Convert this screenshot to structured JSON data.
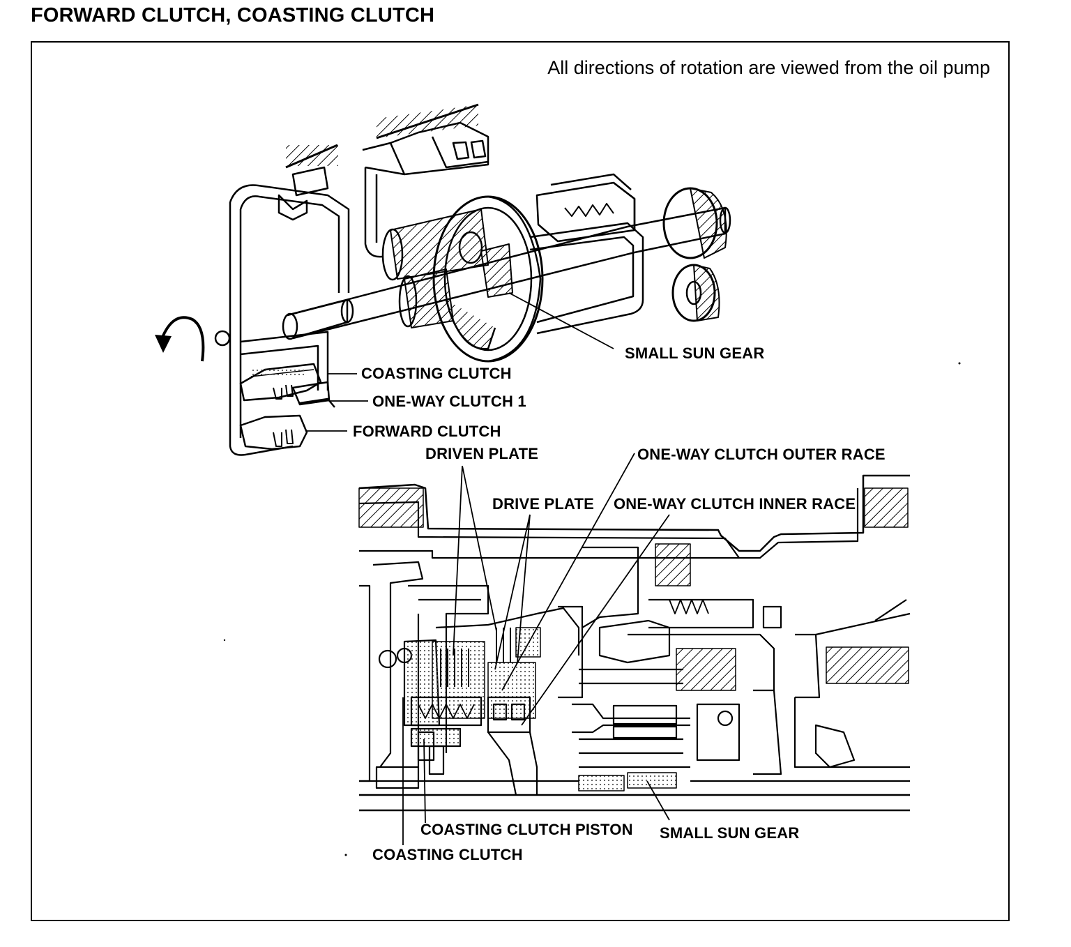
{
  "title": "FORWARD CLUTCH, COASTING CLUTCH",
  "note": "All directions of rotation are viewed from the oil pump",
  "top_diagram": {
    "labels": {
      "small_sun_gear": "SMALL SUN GEAR",
      "coasting_clutch": "COASTING CLUTCH",
      "one_way_clutch_1": "ONE-WAY CLUTCH 1",
      "forward_clutch": "FORWARD CLUTCH"
    }
  },
  "bottom_diagram": {
    "labels": {
      "driven_plate": "DRIVEN PLATE",
      "one_way_clutch_outer_race": "ONE-WAY CLUTCH OUTER RACE",
      "drive_plate": "DRIVE PLATE",
      "one_way_clutch_inner_race": "ONE-WAY CLUTCH INNER RACE",
      "coasting_clutch_piston": "COASTING CLUTCH PISTON",
      "small_sun_gear": "SMALL SUN GEAR",
      "coasting_clutch": "COASTING CLUTCH"
    }
  }
}
